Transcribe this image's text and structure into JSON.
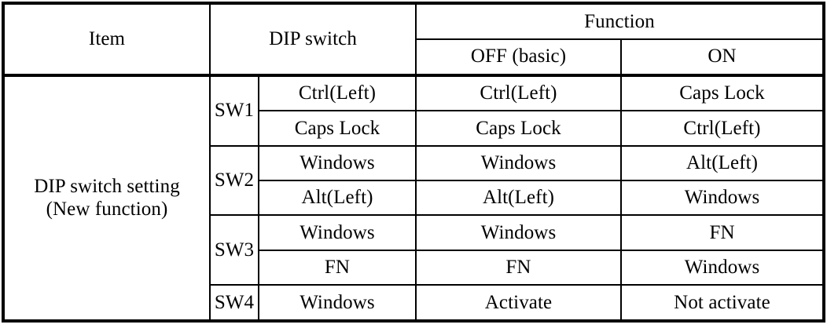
{
  "table": {
    "header": {
      "item": "Item",
      "dip_switch": "DIP switch",
      "function": "Function",
      "function_off": "OFF (basic)",
      "function_on": "ON"
    },
    "item_label_line1": "DIP switch setting",
    "item_label_line2": "(New function)",
    "columns": [
      "Item",
      "DIP switch",
      "OFF (basic)",
      "ON"
    ],
    "rows": [
      {
        "sw": "SW1",
        "dip": "Ctrl(Left)",
        "off": "Ctrl(Left)",
        "on": "Caps Lock"
      },
      {
        "sw": "SW1",
        "dip": "Caps Lock",
        "off": "Caps Lock",
        "on": "Ctrl(Left)"
      },
      {
        "sw": "SW2",
        "dip": "Windows",
        "off": "Windows",
        "on": "Alt(Left)"
      },
      {
        "sw": "SW2",
        "dip": "Alt(Left)",
        "off": "Alt(Left)",
        "on": "Windows"
      },
      {
        "sw": "SW3",
        "dip": "Windows",
        "off": "Windows",
        "on": "FN"
      },
      {
        "sw": "SW3",
        "dip": "FN",
        "off": "FN",
        "on": "Windows"
      },
      {
        "sw": "SW4",
        "dip": "Windows",
        "off": "Activate",
        "on": "Not activate"
      }
    ],
    "switch_groups": [
      {
        "label": "SW1",
        "rowspan": 2
      },
      {
        "label": "SW2",
        "rowspan": 2
      },
      {
        "label": "SW3",
        "rowspan": 2
      },
      {
        "label": "SW4",
        "rowspan": 1
      }
    ],
    "colors": {
      "border": "#000000",
      "background": "#ffffff",
      "text": "#000000"
    }
  }
}
